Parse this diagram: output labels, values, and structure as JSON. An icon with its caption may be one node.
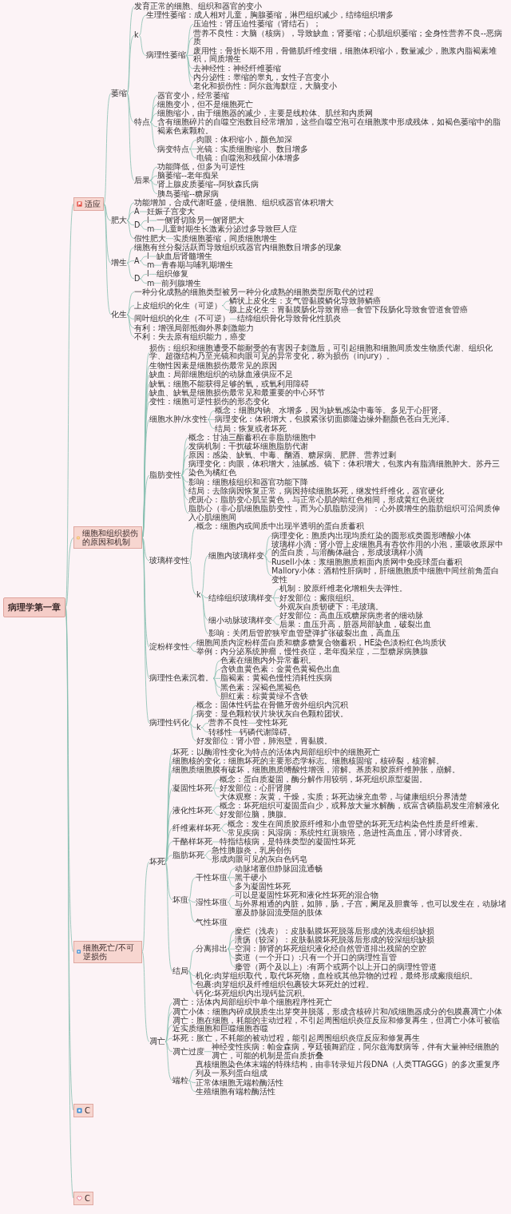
{
  "diagram": {
    "nodes": [
      {
        "text": [
          "病理学第一章"
        ]
      },
      {
        "text": [
          "适应"
        ]
      },
      {
        "text": [
          "萎缩"
        ]
      },
      {
        "text": [
          "发育正常的细胞、组织和器官的变小"
        ]
      },
      {
        "text": [
          "k"
        ]
      },
      {
        "text": [
          "生理性萎缩：成人相对儿童，胸腺萎缩，淋巴组织减少，结缔组织增多"
        ]
      },
      {
        "text": [
          "病理性萎缩"
        ]
      },
      {
        "text": [
          "压迫性：肾压迫性萎缩（肾结石）；"
        ]
      },
      {
        "text": [
          "营养不良性：大脑（核病），导致缺血；肾萎缩；心肌组织萎缩；全身性营养不良--恶病质"
        ]
      },
      {
        "text": [
          "废用性：骨折长期不用，骨骼肌纤维变细，细胞体积缩小，数量减少，胞浆内脂褐素堆积，间质增生"
        ]
      },
      {
        "text": [
          "去神经性：神经纤维萎缩"
        ]
      },
      {
        "text": [
          "内分泌性：睾缩的睾丸，女性子宫变小"
        ]
      },
      {
        "text": [
          "老化和损伤性：阿尔兹海默症，大脑变小"
        ]
      },
      {
        "text": [
          "特点"
        ]
      },
      {
        "text": [
          "器官变小，经常萎缩"
        ]
      },
      {
        "text": [
          "细胞变小，但不是细胞死亡"
        ]
      },
      {
        "text": [
          "细胞缩小，由于细胞器的减少，主要是线粒体、肌丝和内质网"
        ]
      },
      {
        "text": [
          "含有细胞碎片的自噬空泡数目经常增加，这些自噬空泡可在细胞浆中形成残体，如褐色萎缩中的脂褐素色素颗粒。"
        ]
      },
      {
        "text": [
          "病变特点"
        ]
      },
      {
        "text": [
          "肉眼：体积缩小，颜色加深"
        ]
      },
      {
        "text": [
          "光镜：实质细胞缩小、数目增多"
        ]
      },
      {
        "text": [
          "电镜：自噬泡和残留小体增多"
        ]
      },
      {
        "text": [
          "后果"
        ]
      },
      {
        "text": [
          "功能降低，但多为可逆性"
        ]
      },
      {
        "text": [
          "脑萎缩--老年痴呆"
        ]
      },
      {
        "text": [
          "肾上腺皮质萎缩--阿狄森氏病"
        ]
      },
      {
        "text": [
          "胰岛萎缩--糖尿病"
        ]
      },
      {
        "text": [
          "肥大"
        ]
      },
      {
        "text": [
          "功能增加，合成代谢旺盛，使细胞、组织或器官体积增大"
        ]
      },
      {
        "text": [
          "A"
        ]
      },
      {
        "text": [
          "妊娠子宫变大"
        ]
      },
      {
        "text": [
          "D"
        ]
      },
      {
        "text": [
          "l"
        ]
      },
      {
        "text": [
          "一侧肾切除另一侧肾肥大"
        ]
      },
      {
        "text": [
          "m"
        ]
      },
      {
        "text": [
          "儿童时期生长激素分泌过多导致巨人症"
        ]
      },
      {
        "text": [
          "假性肥大"
        ]
      },
      {
        "text": [
          "实质细胞萎缩，间质细胞增生"
        ]
      },
      {
        "text": [
          "增生"
        ]
      },
      {
        "text": [
          "细胞有丝分裂活跃而导致组织或器官内细胞数目增多的现象"
        ]
      },
      {
        "text": [
          "A"
        ]
      },
      {
        "text": [
          "l"
        ]
      },
      {
        "text": [
          "缺血后肾髓增生"
        ]
      },
      {
        "text": [
          "m"
        ]
      },
      {
        "text": [
          "青春期与哺乳期增生"
        ]
      },
      {
        "text": [
          "D"
        ]
      },
      {
        "text": [
          "l"
        ]
      },
      {
        "text": [
          "组织修复"
        ]
      },
      {
        "text": [
          "m"
        ]
      },
      {
        "text": [
          "前列腺增生"
        ]
      },
      {
        "text": [
          "化生"
        ]
      },
      {
        "text": [
          "一种分化成熟的细胞类型被另一种分化成熟的细胞类型所取代的过程"
        ]
      },
      {
        "text": [
          "上皮组织的化生（可逆）"
        ]
      },
      {
        "text": [
          "鳞状上皮化生：支气管黏膜鳞化导致肺鳞癌"
        ]
      },
      {
        "text": [
          "腺上皮化生：胃黏膜肠化导致胃癌"
        ]
      },
      {
        "text": [
          "食管下段肠化导致食管道食管癌"
        ]
      },
      {
        "text": [
          "间叶组织的化生（不可逆）"
        ]
      },
      {
        "text": [
          "结缔组织骨化导致骨化性肌炎"
        ]
      },
      {
        "text": [
          "有利：增强局部抵御外界刺激能力"
        ]
      },
      {
        "text": [
          "不利：失去原有组织能力，癌变"
        ]
      },
      {
        "text": [
          "细胞和组织损伤的原因和机制"
        ]
      },
      {
        "text": [
          "损伤：组织和细胞遭受不能耐受的有害因子刺激后，可引起细胞和细胞间质发生物质代谢、组织化学、超微结构乃至光镜和肉眼可见的异常变化，称为损伤（injury）。"
        ]
      },
      {
        "text": [
          "生物性因素是细胞损伤最常见的原因"
        ]
      },
      {
        "text": [
          "缺血：局部细胞组织的动脉血液供应不足"
        ]
      },
      {
        "text": [
          "缺氧：细胞不能获得足够的氧，或氧利用障碍"
        ]
      },
      {
        "text": [
          "缺血、缺氧是细胞损伤最常见和最重要的中心环节"
        ]
      },
      {
        "text": [
          "变性：细胞可逆性损伤的形态变化"
        ]
      },
      {
        "text": [
          "细胞水肿/水变性"
        ]
      },
      {
        "text": [
          "概念：细胞内钠、水增多，因为缺氧感染中毒等。多见于心肝肾。"
        ]
      },
      {
        "text": [
          "病理变化：体积增大，包膜紧张切面膨隆边缘外翻颜色苍白无光泽。"
        ]
      },
      {
        "text": [
          "结局：恢复或者坏死"
        ]
      },
      {
        "text": [
          "脂肪变性"
        ]
      },
      {
        "text": [
          "概念：甘油三酯蓄积在非脂肪细胞中"
        ]
      },
      {
        "text": [
          "发病机制：干扰破坏细胞脂肪代谢"
        ]
      },
      {
        "text": [
          "原因：感染、缺氧、中毒、酗酒、糖尿病、肥胖、营养过剩"
        ]
      },
      {
        "text": [
          "病理变化：肉眼，体积增大，油腻感。镜下：体积增大，包浆内有脂滴细胞肿大。苏丹三染色为橘红色"
        ]
      },
      {
        "text": [
          "影响：细胞核组织和器官功能下降"
        ]
      },
      {
        "text": [
          "结局：去除病因恢复正常，病因持续细胞坏死，继发性纤维化，器官硬化"
        ]
      },
      {
        "text": [
          "虎斑心：脂肪变心肌呈黄色，与正常心肌的暗红色相间，形成黄红色斑纹"
        ]
      },
      {
        "text": [
          "脂肪心（非心肌细胞脂肪变性，而为心肌脂肪浸润）：心外膜增生的脂肪组织可沿间质伸入心肌细胞间"
        ]
      },
      {
        "text": [
          "玻璃样变性"
        ]
      },
      {
        "text": [
          "概念：细胞内或间质中出现半透明的蛋白质蓄积"
        ]
      },
      {
        "text": [
          "k"
        ]
      },
      {
        "text": [
          "细胞内玻璃样变"
        ]
      },
      {
        "text": [
          "病理变化：胞质内出现均质红染的圆形或类圆形嗜酸小体"
        ]
      },
      {
        "text": [
          "玻璃样小滴：肾小管上皮细胞具有吞饮作用的小泡，重吸收原尿中的蛋白质，与溶酶体融合，形成玻璃样小滴"
        ]
      },
      {
        "text": [
          "Rusell小体：浆细胞胞质粗面内质网中免疫球蛋白蓄积"
        ]
      },
      {
        "text": [
          "Mallory小体：酒精性肝病时，肝细胞胞质中细胞中间丝前角蛋白变性"
        ]
      },
      {
        "text": [
          "结缔组织玻璃样变"
        ]
      },
      {
        "text": [
          "机制：胶原纤维老化增粗失去弹性。"
        ]
      },
      {
        "text": [
          "好发部位：瘢痕组织。"
        ]
      },
      {
        "text": [
          "外观灰白质韧硬下：毛玻璃。"
        ]
      },
      {
        "text": [
          "细小动脉玻璃样变"
        ]
      },
      {
        "text": [
          "好发部位：高血压或糖尿病患者的细动脉"
        ]
      },
      {
        "text": [
          "后果：血压升高，脏器局部缺血，破裂出血"
        ]
      },
      {
        "text": [
          "影响：关闭后管腔狭窄血管壁弹扩张破裂出血，高血压"
        ]
      },
      {
        "text": [
          "淀粉样变性"
        ]
      },
      {
        "text": [
          "细胞间质内淀粉样蛋白质和糖多糖复合物蓄积，HE染色淡粉红色均质状"
        ]
      },
      {
        "text": [
          "举例：内分泌系统肿瘤，慢性炎症，老年痴呆症，二型糖尿病胰腺"
        ]
      },
      {
        "text": [
          "病理性色素沉着。"
        ]
      },
      {
        "text": [
          "色素在细胞内外异常蓄积。"
        ]
      },
      {
        "text": [
          "含铁血黄色素：金黄色黄褐色出血"
        ]
      },
      {
        "text": [
          "脂褐素：黄褐色慢性消耗性疾病"
        ]
      },
      {
        "text": [
          "黑色素：深褐色黑褐色"
        ]
      },
      {
        "text": [
          "胆红素：棕黄黄绿不含铁"
        ]
      },
      {
        "text": [
          "病理性钙化"
        ]
      },
      {
        "text": [
          "概念：固体性钙盐在骨骼牙齿外组织内沉积"
        ]
      },
      {
        "text": [
          "病变：显色颗粒状片块状灰白色颗粒团状。"
        ]
      },
      {
        "text": [
          "k"
        ]
      },
      {
        "text": [
          "营养不良性"
        ]
      },
      {
        "text": [
          "变性坏死"
        ]
      },
      {
        "text": [
          "转移性"
        ]
      },
      {
        "text": [
          "钙磷代谢障碍。"
        ]
      },
      {
        "text": [
          "好发部位：肾小管，肺泡壁，胃黏膜。"
        ]
      },
      {
        "text": [
          "细胞死亡/不可逆损伤"
        ]
      },
      {
        "text": [
          "坏死"
        ]
      },
      {
        "text": [
          "坏死：以酶溶性变化为特点的活体内局部组织中的细胞死亡"
        ]
      },
      {
        "text": [
          "细胞核的变化：细胞坏死的主要形态学标志。细胞核固缩，核碎裂，核溶解。"
        ]
      },
      {
        "text": [
          "细胞质细胞膜有破坏，细胞胞质嗜酸性增强，溶解。基质和胶原纤维肿胀，崩解。"
        ]
      },
      {
        "text": [
          "凝固性坏死"
        ]
      },
      {
        "text": [
          "概念：蛋白质凝固，酶分解作用较弱，坏死组织原型凝固。"
        ]
      },
      {
        "text": [
          "好发部位：心肝肾脾"
        ]
      },
      {
        "text": [
          "大体观察：灰黄，干燥，实质；坏死边缘充血带，与健康组织分界清楚"
        ]
      },
      {
        "text": [
          "液化性坏死"
        ]
      },
      {
        "text": [
          "概念：坏死组织可凝固蛋白少，或释放大量水解酶，或富含磷脂易发生溶解液化"
        ]
      },
      {
        "text": [
          "好发部位脑，胰腺。"
        ]
      },
      {
        "text": [
          "纤维素样坏死"
        ]
      },
      {
        "text": [
          "概念：发生在间质胶原纤维和小血管壁的坏死无结构染色性质是纤维素。"
        ]
      },
      {
        "text": [
          "常见疾病：风湿病：系统性红斑狼疮，急进性高血压，肾小球肾炎。"
        ]
      },
      {
        "text": [
          "干酪样坏死"
        ]
      },
      {
        "text": [
          "特指结核病，是特殊类型的凝固性坏死"
        ]
      },
      {
        "text": [
          "脂肪坏死"
        ]
      },
      {
        "text": [
          "急性胰腺炎，乳房创伤"
        ]
      },
      {
        "text": [
          "形成肉眼可见的灰白色钙皂"
        ]
      },
      {
        "text": [
          "坏疽"
        ]
      },
      {
        "text": [
          "干性坏疽"
        ]
      },
      {
        "text": [
          "动脉堵塞但静脉回流通畅"
        ]
      },
      {
        "text": [
          "黑干硬小"
        ]
      },
      {
        "text": [
          "多为凝固性坏死"
        ]
      },
      {
        "text": [
          "湿性坏疽"
        ]
      },
      {
        "text": [
          "可以是凝固性坏死和液化性坏死的混合物"
        ]
      },
      {
        "text": [
          "与外界相通的内脏，如肺，肠，子宫，阑尾及胆囊等，也可以发生在，动脉堵塞及静脉回流受阻的肢体"
        ]
      },
      {
        "text": [
          "气性坏疽"
        ]
      },
      {
        "text": [
          "结局"
        ]
      },
      {
        "text": [
          "分离排出"
        ]
      },
      {
        "text": [
          "糜烂（浅表）：皮肤黏膜坏死脱落后形成的浅表组织缺损"
        ]
      },
      {
        "text": [
          "溃疡（较深）：皮肤黏膜坏死脱落后形成的较深组织缺损"
        ]
      },
      {
        "text": [
          "空洞：肺肾的坏死组织液化经自然管道排出残留的空腔"
        ]
      },
      {
        "text": [
          "窦道（一个开口）:只有一个开口的病理性盲管"
        ]
      },
      {
        "text": [
          "瘘管（两个及以上）:有两个或两个以上开口的病理性管道"
        ]
      },
      {
        "text": [
          "机化:肉芽组织取代，取代坏死物，血栓或其他异物的过程，最终形成瘢痕组织。"
        ]
      },
      {
        "text": [
          "包裹:肉芽组织及纤维组织包裹较大坏死灶的过程。"
        ]
      },
      {
        "text": [
          "钙化:坏死组织内出现钙盐沉积。"
        ]
      },
      {
        "text": [
          "凋亡"
        ]
      },
      {
        "text": [
          "凋亡：活体内局部组织中单个细胞程序性死亡"
        ]
      },
      {
        "text": [
          "凋亡小体：细胞内碎成脱质生出芽突并脱落，形成含核碎片和/或细胞器成分的包膜裹凋亡小体"
        ]
      },
      {
        "text": [
          "凋亡：胞在细胞，耗能的主动过程，不引起周围组织炎症反应和修复再生，但凋亡小体可被临近实质细胞和巨噬细胞吞噬"
        ]
      },
      {
        "text": [
          "坏死：胀亡，不耗能的被动过程，能引起周围组织炎症反应和修复再生"
        ]
      },
      {
        "text": [
          "凋亡过度"
        ]
      },
      {
        "text": [
          "神经变性疾病：帕金森病，亨廷顿舞蹈症，阿尔兹海默病等，伴有大量神经细胞的凋亡，可能的机制是蛋白质折叠"
        ]
      },
      {
        "text": [
          "端粒"
        ]
      },
      {
        "text": [
          "真核细胞染色体末端的特殊结构，由非转录短片段DNA（人类TTAGGG）的多次重复序列及一系列蛋白组成"
        ]
      },
      {
        "text": [
          "正常体细胞无端粒酶活性"
        ]
      },
      {
        "text": [
          "生殖细胞有端粒酶活性"
        ]
      },
      {
        "text": [
          "C"
        ]
      },
      {
        "text": [
          "C"
        ]
      }
    ],
    "edges": [
      {
        "from": 0,
        "to": 1,
        "arrow": "none"
      },
      {
        "from": 1,
        "to": 2,
        "arrow": "none"
      },
      {
        "from": 2,
        "to": 3,
        "arrow": "none"
      },
      {
        "from": 2,
        "to": 4,
        "arrow": "none"
      },
      {
        "from": 4,
        "to": 5,
        "arrow": "none"
      },
      {
        "from": 4,
        "to": 6,
        "arrow": "none"
      },
      {
        "from": 6,
        "to": 7,
        "arrow": "none"
      },
      {
        "from": 6,
        "to": 8,
        "arrow": "none"
      },
      {
        "from": 6,
        "to": 9,
        "arrow": "none"
      },
      {
        "from": 6,
        "to": 10,
        "arrow": "none"
      },
      {
        "from": 6,
        "to": 11,
        "arrow": "none"
      },
      {
        "from": 6,
        "to": 12,
        "arrow": "none"
      },
      {
        "from": 2,
        "to": 13,
        "arrow": "none"
      },
      {
        "from": 13,
        "to": 14,
        "arrow": "none"
      },
      {
        "from": 13,
        "to": 15,
        "arrow": "none"
      },
      {
        "from": 13,
        "to": 16,
        "arrow": "none"
      },
      {
        "from": 13,
        "to": 17,
        "arrow": "none"
      },
      {
        "from": 13,
        "to": 18,
        "arrow": "none"
      },
      {
        "from": 18,
        "to": 19,
        "arrow": "none"
      },
      {
        "from": 18,
        "to": 20,
        "arrow": "none"
      },
      {
        "from": 18,
        "to": 21,
        "arrow": "none"
      },
      {
        "from": 2,
        "to": 22,
        "arrow": "none"
      },
      {
        "from": 22,
        "to": 23,
        "arrow": "none"
      },
      {
        "from": 22,
        "to": 24,
        "arrow": "none"
      },
      {
        "from": 22,
        "to": 25,
        "arrow": "none"
      },
      {
        "from": 22,
        "to": 26,
        "arrow": "none"
      },
      {
        "from": 1,
        "to": 27,
        "arrow": "none"
      },
      {
        "from": 27,
        "to": 28,
        "arrow": "none"
      },
      {
        "from": 27,
        "to": 29,
        "arrow": "none"
      },
      {
        "from": 29,
        "to": 30,
        "arrow": "none"
      },
      {
        "from": 27,
        "to": 31,
        "arrow": "none"
      },
      {
        "from": 31,
        "to": 32,
        "arrow": "none"
      },
      {
        "from": 32,
        "to": 33,
        "arrow": "none"
      },
      {
        "from": 31,
        "to": 34,
        "arrow": "none"
      },
      {
        "from": 34,
        "to": 35,
        "arrow": "none"
      },
      {
        "from": 27,
        "to": 36,
        "arrow": "none"
      },
      {
        "from": 36,
        "to": 37,
        "arrow": "none"
      },
      {
        "from": 1,
        "to": 38,
        "arrow": "none"
      },
      {
        "from": 38,
        "to": 39,
        "arrow": "none"
      },
      {
        "from": 38,
        "to": 40,
        "arrow": "none"
      },
      {
        "from": 40,
        "to": 41,
        "arrow": "none"
      },
      {
        "from": 41,
        "to": 42,
        "arrow": "none"
      },
      {
        "from": 40,
        "to": 43,
        "arrow": "none"
      },
      {
        "from": 43,
        "to": 44,
        "arrow": "none"
      },
      {
        "from": 38,
        "to": 45,
        "arrow": "none"
      },
      {
        "from": 45,
        "to": 46,
        "arrow": "none"
      },
      {
        "from": 46,
        "to": 47,
        "arrow": "none"
      },
      {
        "from": 45,
        "to": 48,
        "arrow": "none"
      },
      {
        "from": 48,
        "to": 49,
        "arrow": "none"
      },
      {
        "from": 1,
        "to": 50,
        "arrow": "none"
      },
      {
        "from": 50,
        "to": 51,
        "arrow": "none"
      },
      {
        "from": 50,
        "to": 52,
        "arrow": "none"
      },
      {
        "from": 52,
        "to": 53,
        "arrow": "none"
      },
      {
        "from": 52,
        "to": 54,
        "arrow": "none"
      },
      {
        "from": 54,
        "to": 55,
        "arrow": "none"
      },
      {
        "from": 50,
        "to": 56,
        "arrow": "none"
      },
      {
        "from": 56,
        "to": 57,
        "arrow": "none"
      },
      {
        "from": 50,
        "to": 58,
        "arrow": "none"
      },
      {
        "from": 50,
        "to": 59,
        "arrow": "none"
      },
      {
        "from": 0,
        "to": 60,
        "arrow": "none"
      },
      {
        "from": 60,
        "to": 61,
        "arrow": "none"
      },
      {
        "from": 60,
        "to": 62,
        "arrow": "none"
      },
      {
        "from": 60,
        "to": 63,
        "arrow": "none"
      },
      {
        "from": 60,
        "to": 64,
        "arrow": "none"
      },
      {
        "from": 60,
        "to": 65,
        "arrow": "none"
      },
      {
        "from": 60,
        "to": 66,
        "arrow": "none"
      },
      {
        "from": 60,
        "to": 67,
        "arrow": "none"
      },
      {
        "from": 67,
        "to": 68,
        "arrow": "none"
      },
      {
        "from": 67,
        "to": 69,
        "arrow": "none"
      },
      {
        "from": 67,
        "to": 70,
        "arrow": "none"
      },
      {
        "from": 60,
        "to": 71,
        "arrow": "none"
      },
      {
        "from": 71,
        "to": 72,
        "arrow": "none"
      },
      {
        "from": 71,
        "to": 73,
        "arrow": "none"
      },
      {
        "from": 71,
        "to": 74,
        "arrow": "none"
      },
      {
        "from": 71,
        "to": 75,
        "arrow": "none"
      },
      {
        "from": 71,
        "to": 76,
        "arrow": "none"
      },
      {
        "from": 71,
        "to": 77,
        "arrow": "none"
      },
      {
        "from": 71,
        "to": 78,
        "arrow": "none"
      },
      {
        "from": 71,
        "to": 79,
        "arrow": "none"
      },
      {
        "from": 60,
        "to": 80,
        "arrow": "none"
      },
      {
        "from": 80,
        "to": 81,
        "arrow": "none"
      },
      {
        "from": 80,
        "to": 82,
        "arrow": "none"
      },
      {
        "from": 82,
        "to": 83,
        "arrow": "none"
      },
      {
        "from": 83,
        "to": 84,
        "arrow": "none"
      },
      {
        "from": 83,
        "to": 85,
        "arrow": "none"
      },
      {
        "from": 83,
        "to": 86,
        "arrow": "none"
      },
      {
        "from": 83,
        "to": 87,
        "arrow": "none"
      },
      {
        "from": 82,
        "to": 88,
        "arrow": "none"
      },
      {
        "from": 88,
        "to": 89,
        "arrow": "none"
      },
      {
        "from": 88,
        "to": 90,
        "arrow": "none"
      },
      {
        "from": 88,
        "to": 91,
        "arrow": "none"
      },
      {
        "from": 82,
        "to": 92,
        "arrow": "none"
      },
      {
        "from": 92,
        "to": 93,
        "arrow": "none"
      },
      {
        "from": 92,
        "to": 94,
        "arrow": "none"
      },
      {
        "from": 82,
        "to": 95,
        "arrow": "none"
      },
      {
        "from": 60,
        "to": 96,
        "arrow": "none"
      },
      {
        "from": 96,
        "to": 97,
        "arrow": "none"
      },
      {
        "from": 96,
        "to": 98,
        "arrow": "none"
      },
      {
        "from": 60,
        "to": 99,
        "arrow": "none"
      },
      {
        "from": 99,
        "to": 100,
        "arrow": "none"
      },
      {
        "from": 99,
        "to": 101,
        "arrow": "none"
      },
      {
        "from": 99,
        "to": 102,
        "arrow": "none"
      },
      {
        "from": 99,
        "to": 103,
        "arrow": "none"
      },
      {
        "from": 99,
        "to": 104,
        "arrow": "none"
      },
      {
        "from": 60,
        "to": 105,
        "arrow": "none"
      },
      {
        "from": 105,
        "to": 106,
        "arrow": "none"
      },
      {
        "from": 105,
        "to": 107,
        "arrow": "none"
      },
      {
        "from": 105,
        "to": 108,
        "arrow": "none"
      },
      {
        "from": 108,
        "to": 109,
        "arrow": "none"
      },
      {
        "from": 109,
        "to": 110,
        "arrow": "none"
      },
      {
        "from": 108,
        "to": 111,
        "arrow": "none"
      },
      {
        "from": 111,
        "to": 112,
        "arrow": "none"
      },
      {
        "from": 105,
        "to": 113,
        "arrow": "none"
      },
      {
        "from": 0,
        "to": 114,
        "arrow": "none"
      },
      {
        "from": 114,
        "to": 115,
        "arrow": "none"
      },
      {
        "from": 115,
        "to": 116,
        "arrow": "none"
      },
      {
        "from": 115,
        "to": 117,
        "arrow": "none"
      },
      {
        "from": 115,
        "to": 118,
        "arrow": "none"
      },
      {
        "from": 115,
        "to": 119,
        "arrow": "none"
      },
      {
        "from": 119,
        "to": 120,
        "arrow": "none"
      },
      {
        "from": 119,
        "to": 121,
        "arrow": "none"
      },
      {
        "from": 119,
        "to": 122,
        "arrow": "none"
      },
      {
        "from": 115,
        "to": 123,
        "arrow": "none"
      },
      {
        "from": 123,
        "to": 124,
        "arrow": "none"
      },
      {
        "from": 123,
        "to": 125,
        "arrow": "none"
      },
      {
        "from": 115,
        "to": 126,
        "arrow": "none"
      },
      {
        "from": 126,
        "to": 127,
        "arrow": "none"
      },
      {
        "from": 126,
        "to": 128,
        "arrow": "none"
      },
      {
        "from": 115,
        "to": 129,
        "arrow": "none"
      },
      {
        "from": 129,
        "to": 130,
        "arrow": "none"
      },
      {
        "from": 115,
        "to": 131,
        "arrow": "none"
      },
      {
        "from": 131,
        "to": 132,
        "arrow": "none"
      },
      {
        "from": 131,
        "to": 133,
        "arrow": "none"
      },
      {
        "from": 115,
        "to": 134,
        "arrow": "none"
      },
      {
        "from": 134,
        "to": 135,
        "arrow": "none"
      },
      {
        "from": 135,
        "to": 136,
        "arrow": "none"
      },
      {
        "from": 135,
        "to": 137,
        "arrow": "none"
      },
      {
        "from": 135,
        "to": 138,
        "arrow": "none"
      },
      {
        "from": 134,
        "to": 139,
        "arrow": "none"
      },
      {
        "from": 139,
        "to": 140,
        "arrow": "none"
      },
      {
        "from": 139,
        "to": 141,
        "arrow": "none"
      },
      {
        "from": 134,
        "to": 142,
        "arrow": "none"
      },
      {
        "from": 115,
        "to": 143,
        "arrow": "none"
      },
      {
        "from": 143,
        "to": 144,
        "arrow": "none"
      },
      {
        "from": 144,
        "to": 145,
        "arrow": "none"
      },
      {
        "from": 144,
        "to": 146,
        "arrow": "none"
      },
      {
        "from": 144,
        "to": 147,
        "arrow": "none"
      },
      {
        "from": 144,
        "to": 148,
        "arrow": "none"
      },
      {
        "from": 144,
        "to": 149,
        "arrow": "none"
      },
      {
        "from": 143,
        "to": 150,
        "arrow": "none"
      },
      {
        "from": 143,
        "to": 151,
        "arrow": "none"
      },
      {
        "from": 143,
        "to": 152,
        "arrow": "none"
      },
      {
        "from": 114,
        "to": 153,
        "arrow": "none"
      },
      {
        "from": 153,
        "to": 154,
        "arrow": "none"
      },
      {
        "from": 153,
        "to": 155,
        "arrow": "none"
      },
      {
        "from": 153,
        "to": 156,
        "arrow": "none"
      },
      {
        "from": 153,
        "to": 157,
        "arrow": "none"
      },
      {
        "from": 153,
        "to": 158,
        "arrow": "none"
      },
      {
        "from": 158,
        "to": 159,
        "arrow": "none"
      },
      {
        "from": 153,
        "to": 160,
        "arrow": "none"
      },
      {
        "from": 160,
        "to": 161,
        "arrow": "none"
      },
      {
        "from": 160,
        "to": 162,
        "arrow": "none"
      },
      {
        "from": 160,
        "to": 163,
        "arrow": "none"
      },
      {
        "from": 0,
        "to": 164,
        "arrow": "none"
      },
      {
        "from": 0,
        "to": 165,
        "arrow": "none"
      }
    ]
  }
}
